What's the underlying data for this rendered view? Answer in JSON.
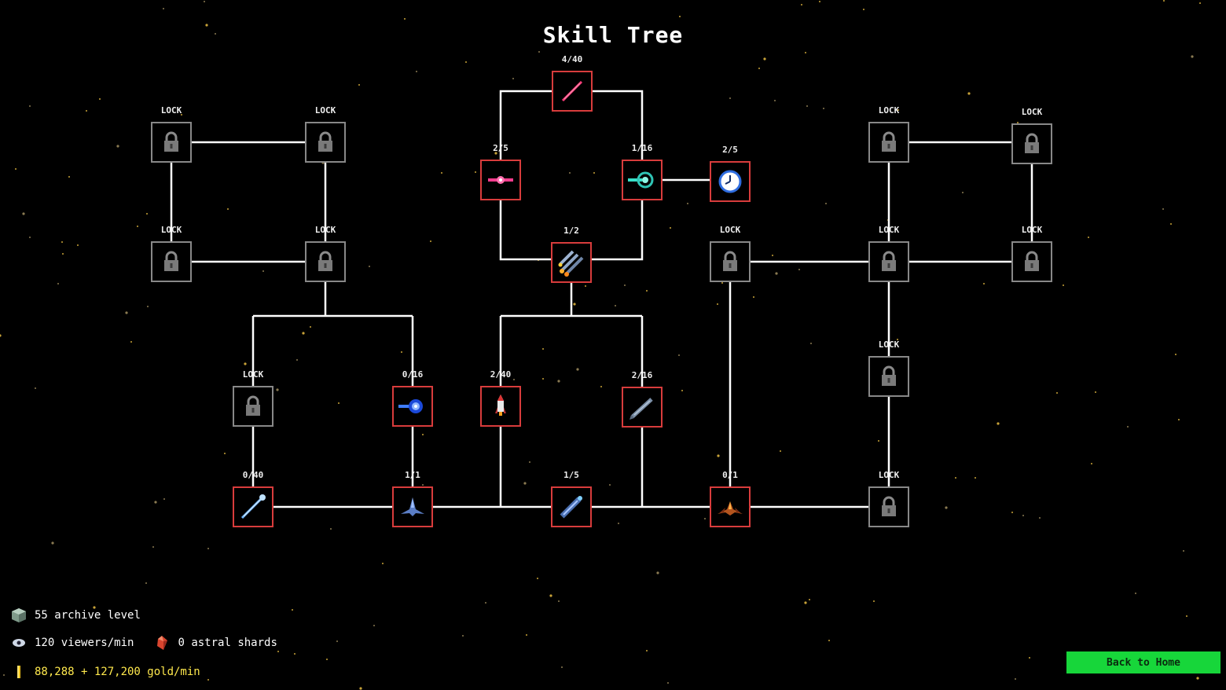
{
  "title": "Skill Tree",
  "nodes": [
    {
      "id": "lock_a1",
      "label": "LOCK",
      "icon": "lock-icon"
    },
    {
      "id": "lock_a2",
      "label": "LOCK",
      "icon": "lock-icon"
    },
    {
      "id": "lock_a3",
      "label": "LOCK",
      "icon": "lock-icon"
    },
    {
      "id": "lock_a4",
      "label": "LOCK",
      "icon": "lock-icon"
    },
    {
      "id": "lock_b1",
      "label": "LOCK",
      "icon": "lock-icon"
    },
    {
      "id": "blue_orb",
      "label": "0/16",
      "icon": "blue-orb-cannon-icon"
    },
    {
      "id": "blue_beam",
      "label": "0/40",
      "icon": "ice-beam-icon"
    },
    {
      "id": "blue_fighter",
      "label": "1/1",
      "icon": "fighter-ship-icon"
    },
    {
      "id": "slash",
      "label": "4/40",
      "icon": "laser-slash-icon"
    },
    {
      "id": "pink_laser",
      "label": "2/5",
      "icon": "pink-laser-icon"
    },
    {
      "id": "teal_core",
      "label": "1/16",
      "icon": "teal-core-icon"
    },
    {
      "id": "clock",
      "label": "2/5",
      "icon": "clock-icon"
    },
    {
      "id": "missiles",
      "label": "1/2",
      "icon": "missile-salvo-icon"
    },
    {
      "id": "rocket",
      "label": "2/40",
      "icon": "rocket-icon"
    },
    {
      "id": "torpedo",
      "label": "2/16",
      "icon": "torpedo-icon"
    },
    {
      "id": "blue_ship",
      "label": "1/5",
      "icon": "blue-cruiser-icon"
    },
    {
      "id": "wings",
      "label": "0/1",
      "icon": "fire-wings-icon"
    },
    {
      "id": "lock_c1",
      "label": "LOCK",
      "icon": "lock-icon"
    },
    {
      "id": "lock_d1",
      "label": "LOCK",
      "icon": "lock-icon"
    },
    {
      "id": "lock_d2",
      "label": "LOCK",
      "icon": "lock-icon"
    },
    {
      "id": "lock_d3",
      "label": "LOCK",
      "icon": "lock-icon"
    },
    {
      "id": "lock_d4",
      "label": "LOCK",
      "icon": "lock-icon"
    },
    {
      "id": "lock_d5",
      "label": "LOCK",
      "icon": "lock-icon"
    },
    {
      "id": "lock_d6",
      "label": "LOCK",
      "icon": "lock-icon"
    }
  ],
  "hud": {
    "archive": {
      "value": "55",
      "label": "archive level"
    },
    "viewers": {
      "value": "120",
      "label": "viewers/min"
    },
    "shards": {
      "value": "0",
      "label": "astral shards"
    },
    "gold": {
      "text": "88,288 + 127,200 gold/min"
    }
  },
  "back_label": "Back to Home",
  "colors": {
    "unlocked_border": "#d83c3c",
    "locked_border": "#888888",
    "gold_text": "#ffe94d",
    "button": "#17d63a"
  }
}
